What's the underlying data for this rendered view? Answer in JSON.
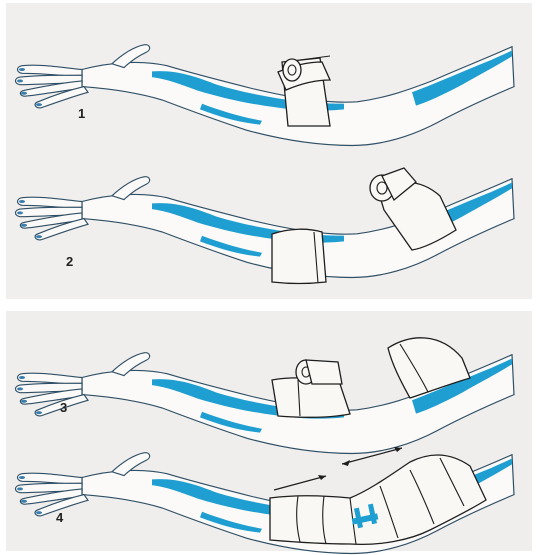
{
  "steps": [
    {
      "label": "1"
    },
    {
      "label": "2"
    },
    {
      "label": "3"
    },
    {
      "label": "4"
    }
  ],
  "colors": {
    "shading": "#1f9ed1",
    "outline": "#1e1e1e",
    "background": "#f0efed"
  }
}
